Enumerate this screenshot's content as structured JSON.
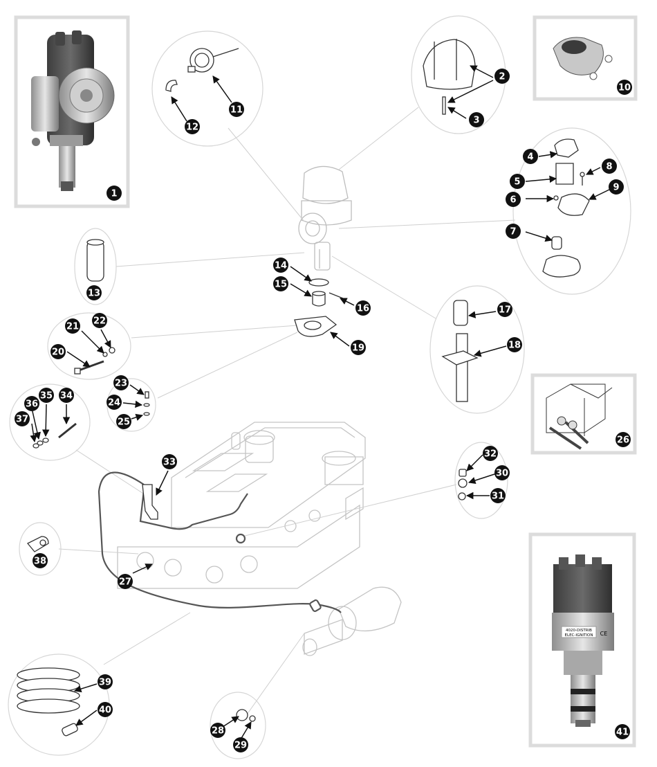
{
  "diagram": {
    "callouts": [
      {
        "label": "1"
      },
      {
        "label": "2"
      },
      {
        "label": "3"
      },
      {
        "label": "4"
      },
      {
        "label": "5"
      },
      {
        "label": "6"
      },
      {
        "label": "7"
      },
      {
        "label": "8"
      },
      {
        "label": "9"
      },
      {
        "label": "10"
      },
      {
        "label": "11"
      },
      {
        "label": "12"
      },
      {
        "label": "13"
      },
      {
        "label": "14"
      },
      {
        "label": "15"
      },
      {
        "label": "16"
      },
      {
        "label": "17"
      },
      {
        "label": "18"
      },
      {
        "label": "19"
      },
      {
        "label": "20"
      },
      {
        "label": "21"
      },
      {
        "label": "22"
      },
      {
        "label": "23"
      },
      {
        "label": "24"
      },
      {
        "label": "25"
      },
      {
        "label": "26"
      },
      {
        "label": "27"
      },
      {
        "label": "28"
      },
      {
        "label": "29"
      },
      {
        "label": "30"
      },
      {
        "label": "31"
      },
      {
        "label": "32"
      },
      {
        "label": "33"
      },
      {
        "label": "34"
      },
      {
        "label": "35"
      },
      {
        "label": "36"
      },
      {
        "label": "37"
      },
      {
        "label": "38"
      },
      {
        "label": "39"
      },
      {
        "label": "40"
      },
      {
        "label": "41"
      }
    ],
    "product_label": {
      "text_line1": "4020-DISTRIB",
      "text_line2": "ELEC-IGNITION",
      "mark": "CE"
    },
    "colors": {
      "callout_fill": "#111111",
      "callout_text": "#ffffff",
      "panel_border": "#dcdcdc",
      "ghost_line": "#c8c8c8",
      "part_stroke": "#333333"
    }
  }
}
